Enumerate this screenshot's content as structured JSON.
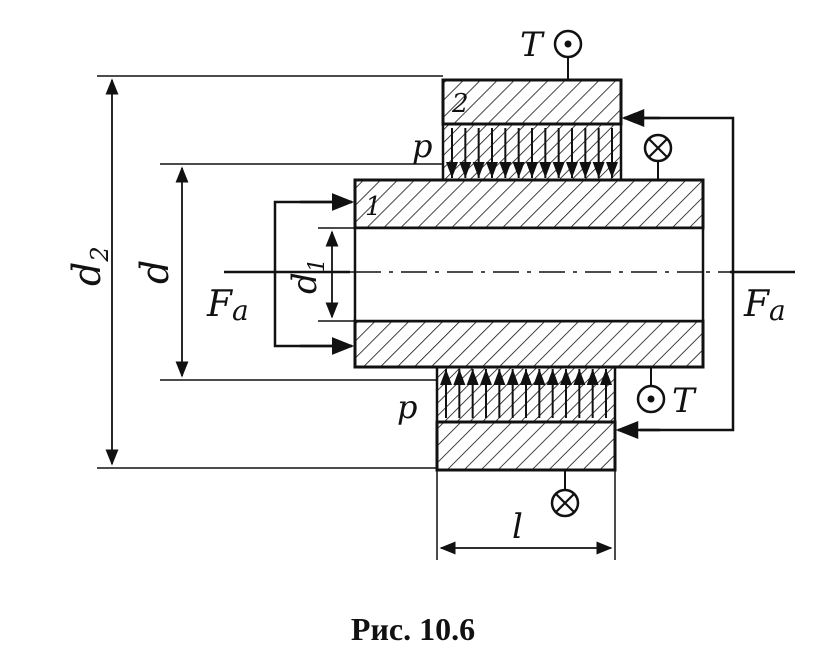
{
  "labels": {
    "d2": "d",
    "d2_sub": "2",
    "d": "d",
    "d1": "d",
    "d1_sub": "1",
    "fa_left": "F",
    "fa_left_sub": "a",
    "fa_right": "F",
    "fa_right_sub": "a",
    "part1": "1",
    "part2": "2",
    "p_top": "p",
    "p_bottom": "p",
    "t_top": "T",
    "t_bottom": "T",
    "length": "l"
  },
  "caption": "Рис. 10.6"
}
